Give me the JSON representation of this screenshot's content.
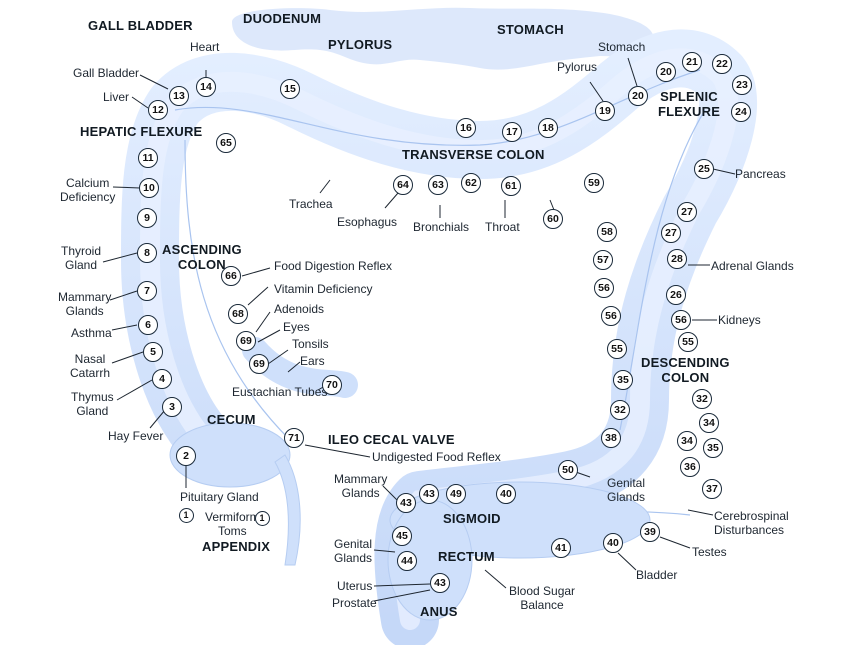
{
  "sections": {
    "gall_bladder": "GALL BLADDER",
    "duodenum": "DUODENUM",
    "pylorus": "PYLORUS",
    "stomach": "STOMACH",
    "splenic_flexure": "SPLENIC\nFLEXURE",
    "hepatic_flexure": "HEPATIC FLEXURE",
    "transverse_colon": "TRANSVERSE COLON",
    "ascending_colon": "ASCENDING\nCOLON",
    "descending_colon": "DESCENDING\nCOLON",
    "cecum": "CECUM",
    "ileo_cecal_valve": "ILEO CECAL VALVE",
    "sigmoid": "SIGMOID",
    "rectum": "RECTUM",
    "appendix": "APPENDIX",
    "anus": "ANUS"
  },
  "labels": {
    "heart": "Heart",
    "gall_bladder": "Gall Bladder",
    "liver": "Liver",
    "calcium": "Calcium\nDeficiency",
    "thyroid": "Thyroid\nGland",
    "mammary_left": "Mammary\nGlands",
    "asthma": "Asthma",
    "nasal": "Nasal\nCatarrh",
    "thymus": "Thymus\nGland",
    "hay_fever": "Hay Fever",
    "pituitary": "Pituitary Gland",
    "vermiform": "Vermiform\nToms",
    "stomach": "Stomach",
    "pylorus": "Pylorus",
    "pancreas": "Pancreas",
    "adrenal": "Adrenal Glands",
    "kidneys": "Kidneys",
    "cerebrospinal": "Cerebrospinal\nDisturbances",
    "testes": "Testes",
    "bladder": "Bladder",
    "genital_right": "Genital\nGlands",
    "trachea": "Trachea",
    "esophagus": "Esophagus",
    "bronchials": "Bronchials",
    "throat": "Throat",
    "food_digestion": "Food Digestion Reflex",
    "vitamin": "Vitamin Deficiency",
    "adenoids": "Adenoids",
    "eyes": "Eyes",
    "tonsils": "Tonsils",
    "ears": "Ears",
    "eustachian": "Eustachian Tubes",
    "undigested": "Undigested Food Reflex",
    "mammary_center": "Mammary\nGlands",
    "genital_center": "Genital\nGlands",
    "uterus": "Uterus",
    "prostate": "Prostate",
    "blood_sugar": "Blood Sugar\nBalance"
  },
  "nodes": [
    "14",
    "13",
    "12",
    "15",
    "65",
    "11",
    "10",
    "9",
    "8",
    "7",
    "6",
    "5",
    "4",
    "3",
    "2",
    "1",
    "1",
    "16",
    "17",
    "18",
    "19",
    "20",
    "20",
    "21",
    "22",
    "23",
    "24",
    "64",
    "63",
    "62",
    "61",
    "60",
    "59",
    "25",
    "27",
    "27",
    "28",
    "26",
    "56",
    "55",
    "32",
    "34",
    "34",
    "35",
    "36",
    "37",
    "39",
    "40",
    "58",
    "57",
    "56",
    "56",
    "55",
    "35",
    "32",
    "38",
    "50",
    "66",
    "68",
    "69",
    "69",
    "70",
    "71",
    "43",
    "43",
    "49",
    "40",
    "45",
    "44",
    "43",
    "41"
  ],
  "colors": {
    "colon_fill": "#cfe0fb",
    "colon_outline": "#a9c4ef",
    "node_border": "#1a2a3a",
    "text": "#1d2630"
  }
}
